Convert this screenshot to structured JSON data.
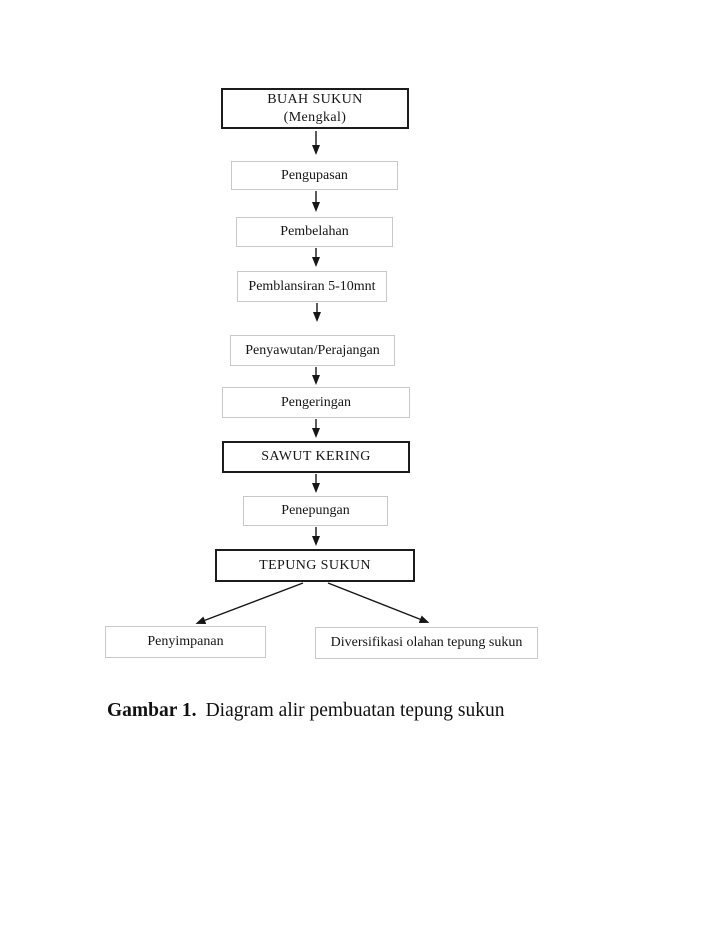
{
  "colors": {
    "background": "#ffffff",
    "border_strong": "#1c1c1c",
    "border_light": "#c9c9c9",
    "text": "#161616",
    "arrow": "#161616"
  },
  "diagram": {
    "kind": "flowchart",
    "nodes": [
      {
        "id": "buah-sukun",
        "label": "BUAH SUKUN",
        "sublabel": "(Mengkal)",
        "style": "strong"
      },
      {
        "id": "pengupasan",
        "label": "Pengupasan",
        "style": "light"
      },
      {
        "id": "pembelahan",
        "label": "Pembelahan",
        "style": "light"
      },
      {
        "id": "pemblansiran",
        "label": "Pemblansiran 5-10mnt",
        "style": "light"
      },
      {
        "id": "penyawutan",
        "label": "Penyawutan/Perajangan",
        "style": "light"
      },
      {
        "id": "pengeringan",
        "label": "Pengeringan",
        "style": "light"
      },
      {
        "id": "sawut-kering",
        "label": "SAWUT KERING",
        "style": "strong"
      },
      {
        "id": "penepungan",
        "label": "Penepungan",
        "style": "light"
      },
      {
        "id": "tepung-sukun",
        "label": "TEPUNG SUKUN",
        "style": "strong"
      },
      {
        "id": "penyimpanan",
        "label": "Penyimpanan",
        "style": "light"
      },
      {
        "id": "diversifikasi",
        "label": "Diversifikasi olahan tepung sukun",
        "style": "light"
      }
    ],
    "edges": [
      {
        "from": "buah-sukun",
        "to": "pengupasan"
      },
      {
        "from": "pengupasan",
        "to": "pembelahan"
      },
      {
        "from": "pembelahan",
        "to": "pemblansiran"
      },
      {
        "from": "pemblansiran",
        "to": "penyawutan"
      },
      {
        "from": "penyawutan",
        "to": "pengeringan"
      },
      {
        "from": "pengeringan",
        "to": "sawut-kering"
      },
      {
        "from": "sawut-kering",
        "to": "penepungan"
      },
      {
        "from": "penepungan",
        "to": "tepung-sukun"
      },
      {
        "from": "tepung-sukun",
        "to": "penyimpanan"
      },
      {
        "from": "tepung-sukun",
        "to": "diversifikasi"
      }
    ]
  },
  "caption": {
    "label": "Gambar 1.",
    "text": "Diagram alir pembuatan tepung sukun"
  }
}
